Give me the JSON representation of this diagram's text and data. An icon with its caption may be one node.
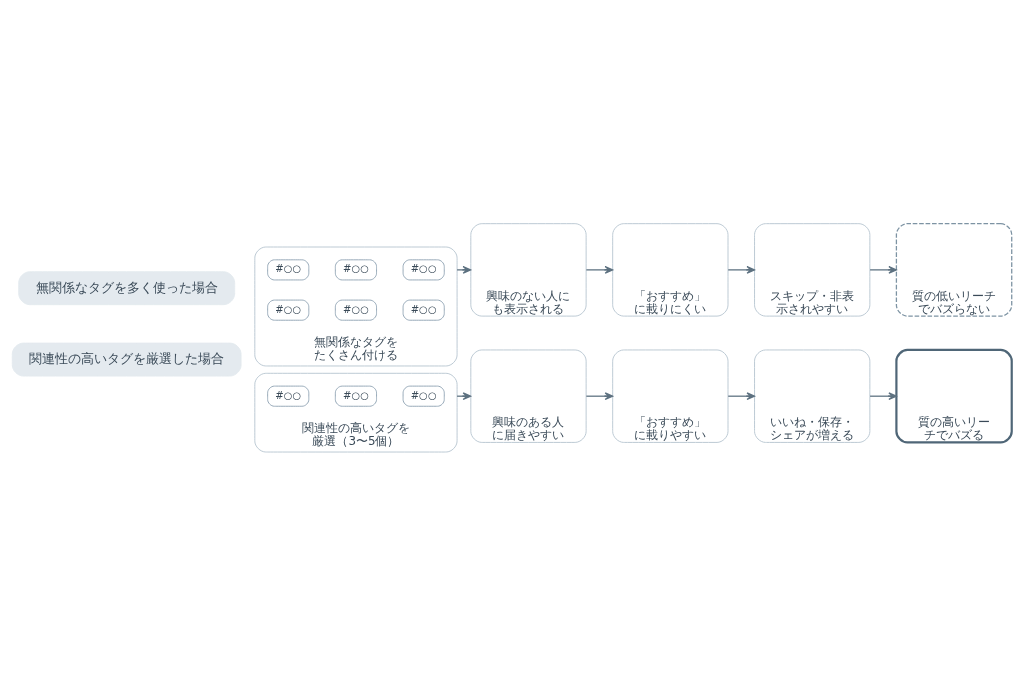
{
  "diagram": {
    "nodes": [
      {
        "text": [
          "無関係なタグを多く使った場合"
        ]
      },
      {
        "text": [
          "無関係なタグをたくさん付ける"
        ]
      },
      {
        "text": [
          "#○○"
        ],
        "in": 1
      },
      {
        "text": [
          "#○○"
        ],
        "in": 1
      },
      {
        "text": [
          "#○○"
        ],
        "in": 1
      },
      {
        "text": [
          "#○○"
        ],
        "in": 1
      },
      {
        "text": [
          "#○○"
        ],
        "in": 1
      },
      {
        "text": [
          "#○○"
        ],
        "in": 1
      },
      {
        "text": [
          "興味のない人にも表示される"
        ]
      },
      {
        "text": [
          "「おすすめ」に載りにくい"
        ]
      },
      {
        "text": [
          "スキップ・非表示されやすい"
        ]
      },
      {
        "text": [
          "質の低いリーチでバズらない"
        ]
      },
      {
        "text": [
          "関連性の高いタグを厳選した場合"
        ]
      },
      {
        "text": [
          "関連性の高いタグを厳選（3〜5個）"
        ]
      },
      {
        "text": [
          "#○○"
        ],
        "in": 13
      },
      {
        "text": [
          "#○○"
        ],
        "in": 13
      },
      {
        "text": [
          "#○○"
        ],
        "in": 13
      },
      {
        "text": [
          "興味のある人に届きやすい"
        ]
      },
      {
        "text": [
          "「おすすめ」に載りやすい"
        ]
      },
      {
        "text": [
          "いいね・保存・シェアが増える"
        ]
      },
      {
        "text": [
          "質の高いリーチでバズる"
        ]
      }
    ],
    "edges": [
      {
        "from": 1,
        "to": 8,
        "arrow": "to"
      },
      {
        "from": 8,
        "to": 9,
        "arrow": "to"
      },
      {
        "from": 9,
        "to": 10,
        "arrow": "to"
      },
      {
        "from": 10,
        "to": 11,
        "arrow": "to"
      },
      {
        "from": 13,
        "to": 17,
        "arrow": "to"
      },
      {
        "from": 17,
        "to": 18,
        "arrow": "to"
      },
      {
        "from": 18,
        "to": 19,
        "arrow": "to"
      },
      {
        "from": 19,
        "to": 20,
        "arrow": "to"
      }
    ]
  }
}
